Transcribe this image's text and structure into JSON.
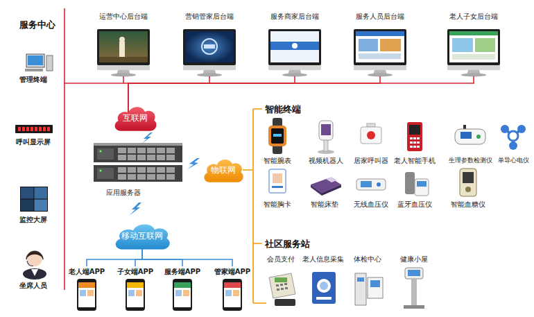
{
  "diagram": {
    "nodes": [
      {
        "text": [
          "运营中心后台端"
        ]
      },
      {
        "text": [
          "营销管家后台端"
        ]
      },
      {
        "text": [
          "服务商家后台端"
        ]
      },
      {
        "text": [
          "服务人员后台端"
        ]
      },
      {
        "text": [
          "老人子女后台端"
        ]
      },
      {
        "text": [
          "互联网"
        ]
      },
      {
        "text": [
          "应用服务器"
        ]
      },
      {
        "text": [
          "物联网"
        ]
      },
      {
        "text": [
          "移动互联网"
        ]
      },
      {
        "text": [
          "老人端APP"
        ]
      },
      {
        "text": [
          "子女端APP"
        ]
      },
      {
        "text": [
          "服务端APP"
        ]
      },
      {
        "text": [
          "管家端APP"
        ]
      }
    ],
    "edges": [
      {
        "from": 0,
        "to": 5,
        "arrow": "none"
      },
      {
        "from": 1,
        "to": 5,
        "arrow": "none"
      },
      {
        "from": 2,
        "to": 5,
        "arrow": "none"
      },
      {
        "from": 3,
        "to": 5,
        "arrow": "none"
      },
      {
        "from": 4,
        "to": 5,
        "arrow": "none"
      },
      {
        "from": 8,
        "to": 9,
        "arrow": "none"
      },
      {
        "from": 8,
        "to": 10,
        "arrow": "none"
      },
      {
        "from": 8,
        "to": 11,
        "arrow": "none"
      },
      {
        "from": 8,
        "to": 12,
        "arrow": "none"
      }
    ],
    "labels": [
      "服务中心",
      "管理终端",
      "呼叫显示屏",
      "监控大屏",
      "坐席人员",
      "智能终端",
      "智能腕表",
      "视频机器人",
      "居家呼叫器",
      "老人智能手机",
      "生理参数检测仪",
      "单导心电仪",
      "智能胸卡",
      "智能床垫",
      "无线血压仪",
      "蓝牙血压仪",
      "智能血糖仪",
      "社区服务站",
      "会员支付",
      "老人信息采集",
      "体检中心",
      "健康小屋"
    ]
  }
}
